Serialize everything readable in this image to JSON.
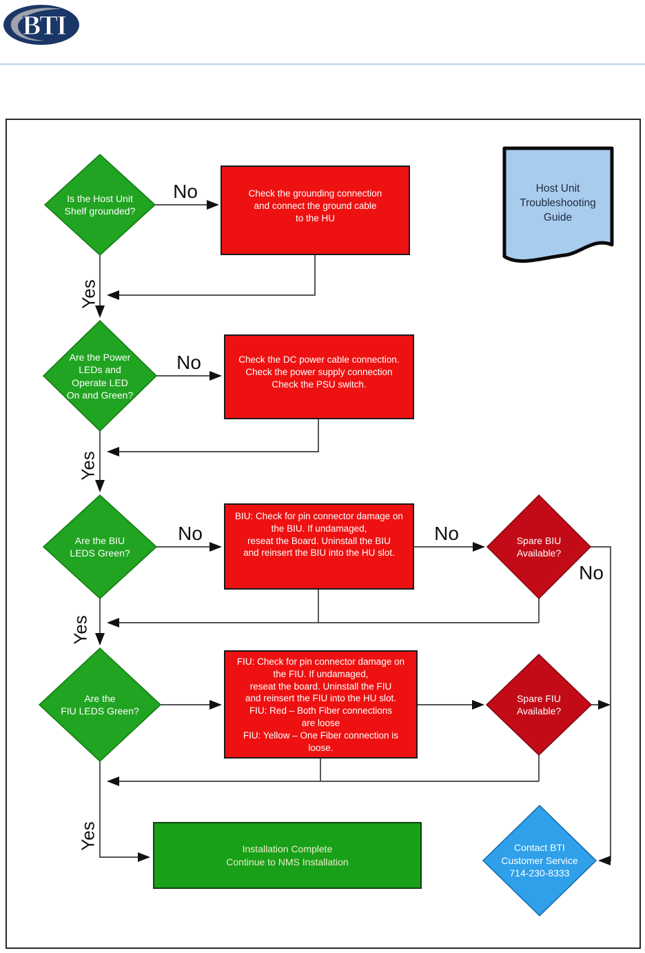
{
  "logo": {
    "text": "BTI"
  },
  "labels": {
    "yes": "Yes",
    "no": "No"
  },
  "colors": {
    "green": "#21A421",
    "red": "#EE1111",
    "darkred": "#C30B17",
    "blue": "#2FA0E9",
    "docblue": "#A8CCEE",
    "completegreen": "#18A018",
    "line": "#3A3A3A"
  },
  "nodes": {
    "doc": {
      "text": "Host Unit\nTroubleshooting\nGuide"
    },
    "d1": {
      "text": "Is the Host Unit\nShelf grounded?"
    },
    "b1": {
      "text": "Check the grounding connection\nand connect the ground cable\nto the HU"
    },
    "d2": {
      "text": "Are the Power\nLEDs and\nOperate LED\nOn and Green?"
    },
    "b2": {
      "text": "Check the DC power cable connection.\nCheck the power supply connection\nCheck the PSU switch."
    },
    "d3": {
      "text": "Are the BIU\nLEDS Green?"
    },
    "b3": {
      "text": "BIU: Check for pin connector damage on\nthe BIU. If undamaged,\nreseat the Board. Uninstall the BIU\nand reinsert the BIU into the HU slot."
    },
    "spare_biu": {
      "text": "Spare BIU\nAvailable?"
    },
    "d4": {
      "text": "Are the\nFIU LEDS Green?"
    },
    "b4": {
      "text": "FIU: Check for pin connector damage on\nthe FIU. If undamaged,\nreseat the board. Uninstall the FIU\nand reinsert the FIU into the HU slot.\nFIU: Red – Both Fiber connections\nare loose\nFIU: Yellow – One Fiber connection is\nloose."
    },
    "spare_fiu": {
      "text": "Spare FIU\nAvailable?"
    },
    "complete": {
      "text": "Installation Complete\nContinue to NMS Installation"
    },
    "contact": {
      "text": "Contact BTI\nCustomer Service\n714-230-8333"
    }
  },
  "edges": [
    {
      "from": "host-grounded",
      "to": "check-grounding",
      "label": "No"
    },
    {
      "from": "host-grounded",
      "to": "power-leds",
      "label": "Yes"
    },
    {
      "from": "check-grounding",
      "to": "power-leds",
      "label": ""
    },
    {
      "from": "power-leds",
      "to": "check-dc-power",
      "label": "No"
    },
    {
      "from": "power-leds",
      "to": "biu-leds",
      "label": "Yes"
    },
    {
      "from": "check-dc-power",
      "to": "biu-leds",
      "label": ""
    },
    {
      "from": "biu-leds",
      "to": "check-biu",
      "label": "No"
    },
    {
      "from": "biu-leds",
      "to": "fiu-leds",
      "label": "Yes"
    },
    {
      "from": "check-biu",
      "to": "spare-biu",
      "label": "No"
    },
    {
      "from": "check-biu",
      "to": "fiu-leds",
      "label": ""
    },
    {
      "from": "spare-biu",
      "to": "fiu-leds",
      "label": ""
    },
    {
      "from": "spare-biu",
      "to": "contact-bti",
      "label": "No"
    },
    {
      "from": "fiu-leds",
      "to": "check-fiu",
      "label": ""
    },
    {
      "from": "check-fiu",
      "to": "spare-fiu",
      "label": ""
    },
    {
      "from": "check-fiu",
      "to": "installation-complete",
      "label": ""
    },
    {
      "from": "spare-fiu",
      "to": "installation-complete",
      "label": ""
    },
    {
      "from": "spare-fiu",
      "to": "contact-bti",
      "label": ""
    },
    {
      "from": "fiu-leds",
      "to": "installation-complete",
      "label": "Yes"
    }
  ]
}
